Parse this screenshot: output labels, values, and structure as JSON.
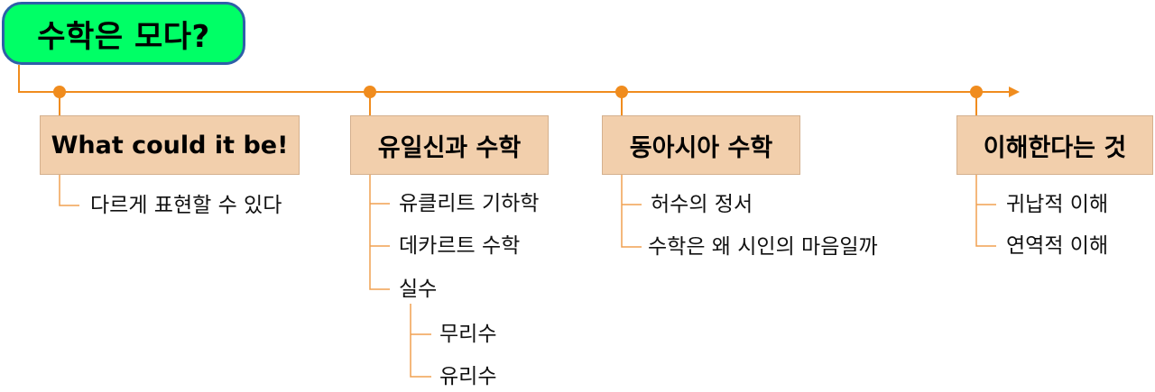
{
  "title": "수학은 모다?",
  "topics": [
    {
      "label": "What could it be!",
      "items": [
        "다르게 표현할 수 있다"
      ]
    },
    {
      "label": "유일신과 수학",
      "items": [
        "유클리트 기하학",
        "데카르트 수학",
        "실수"
      ],
      "subitems": [
        "무리수",
        "유리수"
      ]
    },
    {
      "label": "동아시아 수학",
      "items": [
        "허수의 정서",
        "수학은 왜 시인의 마음일까"
      ]
    },
    {
      "label": "이해한다는 것",
      "items": [
        "귀납적 이해",
        "연역적 이해"
      ]
    }
  ],
  "colors": {
    "title_fill": "#00ff66",
    "title_border": "#2e5fa8",
    "topic_fill": "#f2cfac",
    "line": "#f08c1e"
  }
}
